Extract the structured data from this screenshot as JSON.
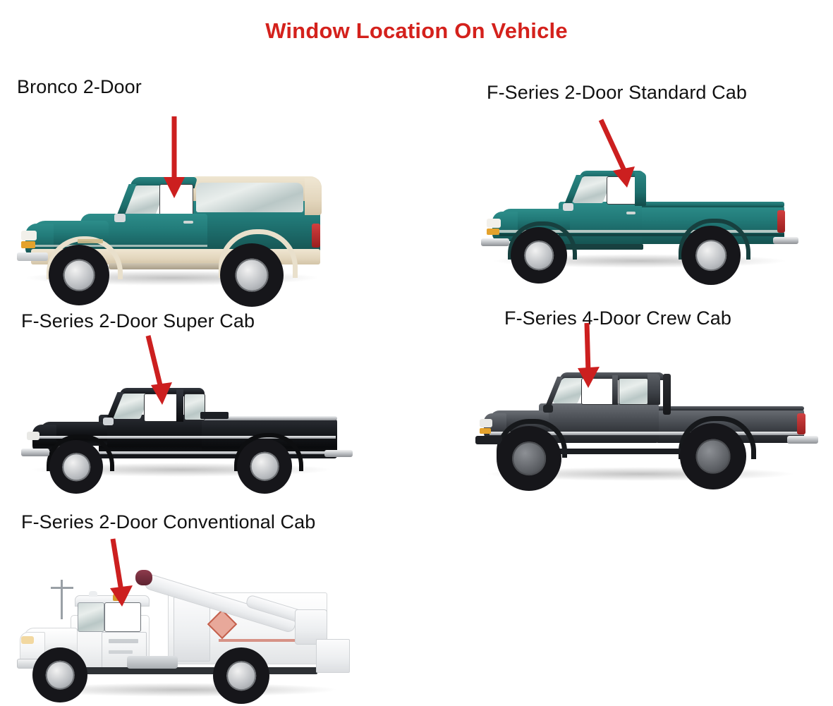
{
  "page": {
    "title": "Window Location On Vehicle",
    "title_color": "#d4211c",
    "background_color": "#ffffff",
    "arrow_color": "#cc1f1f",
    "label_color": "#111111"
  },
  "vehicles": [
    {
      "id": "bronco-2-door",
      "label": "Bronco 2-Door",
      "body_color": "#1d6b6b",
      "accent_color": "#e3d6bd",
      "description": "Two-door SUV, teal with tan roof and lower body, red arrow pointing down at driver door window"
    },
    {
      "id": "f-series-2-door-standard-cab",
      "label": "F-Series 2-Door Standard Cab",
      "body_color": "#1d6b6b",
      "accent_color": "#1d6b6b",
      "description": "Teal regular cab long bed pickup, red arrow pointing down-right at driver door window"
    },
    {
      "id": "f-series-2-door-super-cab",
      "label": "F-Series 2-Door Super Cab",
      "body_color": "#101114",
      "accent_color": "#c9ccd0",
      "description": "Black extended cab pickup with small rear side window, red arrow pointing down at driver door window"
    },
    {
      "id": "f-series-4-door-crew-cab",
      "label": "F-Series 4-Door Crew Cab",
      "body_color": "#3a3d42",
      "accent_color": "#c9ccd0",
      "description": "Lifted dark gray four-door crew cab pickup with large off-road tires and exhaust stack"
    },
    {
      "id": "f-series-2-door-conventional-cab",
      "label": "F-Series 2-Door Conventional Cab",
      "body_color": "#ffffff",
      "accent_color": "#d9dbde",
      "description": "White conventional cab utility service truck with boom crane"
    }
  ]
}
